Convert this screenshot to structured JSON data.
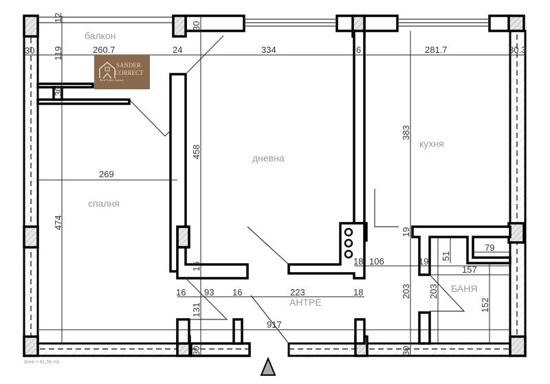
{
  "rooms": {
    "balcony": "балкон",
    "living": "дневна",
    "kitchen": "кухня",
    "bedroom": "спалня",
    "bathroom": "БАНЯ",
    "hall": "АНТРЕ"
  },
  "dimensions": {
    "d12": "12",
    "d30_top": "30",
    "d30_left": "30",
    "d119": "119",
    "d260": "260.7",
    "d24": "24",
    "d334": "334",
    "d6": "6",
    "d281": "281.7",
    "d30_right": "30.3",
    "d30_balc": "30",
    "d458": "458",
    "d383": "383",
    "d269": "269",
    "d474": "474",
    "d19a": "19",
    "d79": "79",
    "d51": "51",
    "d16a": "16",
    "d18a": "18",
    "d106": "106",
    "d19b": "19",
    "d157": "157",
    "d16b": "16",
    "d93": "93",
    "d16c": "16",
    "d223": "223",
    "d18b": "18",
    "d203a": "203",
    "d203b": "203",
    "d152": "152",
    "d131": "131",
    "d917": "917",
    "d30_bot1": "30",
    "d30_bot2": "30"
  },
  "logo": {
    "line1": "SANDER",
    "line2": "CORRECT",
    "line3": "Real Estate Agency",
    "bg": "#8a6a4f"
  },
  "area_label": "Area = 61,56 m2"
}
